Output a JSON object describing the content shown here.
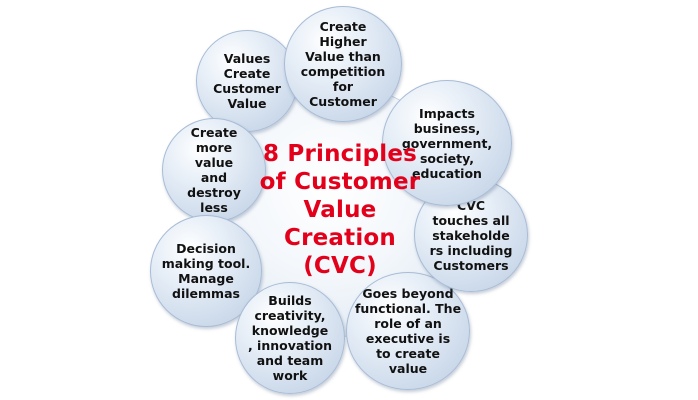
{
  "diagram": {
    "title": "8 Principles\nof Customer\nValue\nCreation\n(CVC)",
    "title_color": "#e3001b",
    "node_fill": "#cfdcec",
    "node_border": "#a8bcd6",
    "nodes": [
      {
        "label": "Values\nCreate\nCustomer\nValue"
      },
      {
        "label": "Create\nHigher\nValue than\ncompetition\nfor\nCustomer"
      },
      {
        "label": "Impacts\nbusiness,\ngovernment,\nsociety,\neducation"
      },
      {
        "label": "CVC\ntouches all\nstakeholde\nrs including\nCustomers"
      },
      {
        "label": "Goes beyond\nfunctional. The\nrole of an\nexecutive is\nto create\nvalue"
      },
      {
        "label": "Builds\ncreativity,\nknowledge\n, innovation\nand team\nwork"
      },
      {
        "label": "Decision\nmaking tool.\nManage\ndilemmas"
      },
      {
        "label": "Create\nmore\nvalue\nand\ndestroy\nless"
      }
    ]
  }
}
